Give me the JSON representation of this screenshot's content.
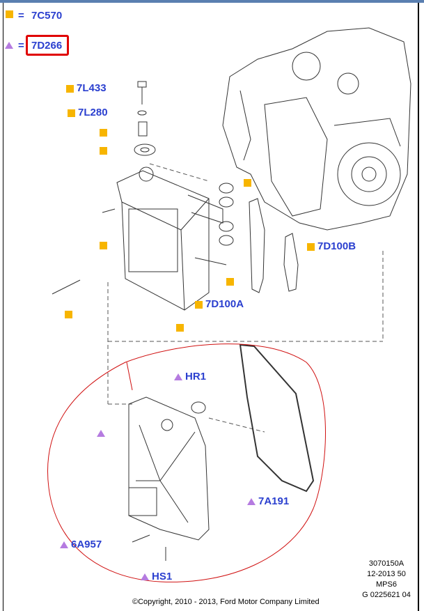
{
  "legend": {
    "square_part": "7C570",
    "triangle_part": "7D266",
    "equals": "="
  },
  "callouts": {
    "bolt_top": "7L433",
    "washer": "7L280",
    "gasket_b": "7D100B",
    "gasket_a": "7D100A",
    "seal_hr1": "HR1",
    "pan_gasket": "7A191",
    "pan_bolt": "6A957",
    "bolt_hs1": "HS1"
  },
  "reference": {
    "line1": "3070150A",
    "line2": "12-2013 50",
    "line3": "MPS6",
    "line4": "G 0225621 04"
  },
  "copyright": "©Copyright, 2010 - 2013, Ford Motor Company Limited",
  "colors": {
    "label": "#2a3fcf",
    "square": "#f7b500",
    "triangle": "#b57be0",
    "highlight": "#e00000"
  }
}
